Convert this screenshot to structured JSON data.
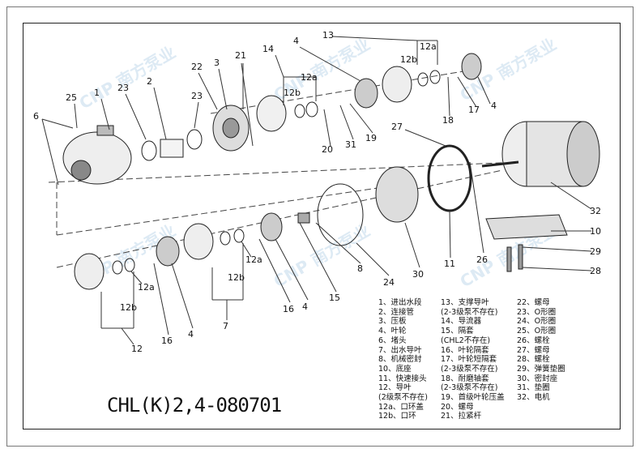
{
  "title": "CHL(K)2,4-080701",
  "watermark": "CNP 南方泵业",
  "callouts": [
    "13",
    "12a",
    "12b",
    "14",
    "4",
    "12a",
    "12b",
    "22",
    "3",
    "21",
    "2",
    "23",
    "23",
    "1",
    "25",
    "6",
    "20",
    "31",
    "19",
    "18",
    "17",
    "4",
    "27",
    "32",
    "10",
    "29",
    "28",
    "26",
    "11",
    "30",
    "24",
    "8",
    "15",
    "4",
    "16",
    "12a",
    "12b",
    "7",
    "4",
    "16",
    "12a",
    "12b",
    "12"
  ],
  "legend": {
    "col1": [
      "1、进出水段",
      "2、连接管",
      "3、压板",
      "4、叶轮",
      "6、堵头",
      "7、出水导叶",
      "8、机械密封",
      "10、底座",
      "11、快速接头",
      "12、导叶",
      "(2级泵不存在)",
      "12a、口环盖",
      "12b、口环"
    ],
    "col2": [
      "13、支撑导叶",
      "(2-3级泵不存在)",
      "14、导流器",
      "15、隔套",
      "(CHL2不存在)",
      "16、叶轮隔套",
      "17、叶轮短隔套",
      "(2-3级泵不存在)",
      "18、耐磨轴套",
      "(2-3级泵不存在)",
      "19、首级叶轮压盖",
      "20、螺母",
      "21、拉紧杆"
    ],
    "col3": [
      "22、螺母",
      "23、O形圈",
      "24、O形圈",
      "25、O形圈",
      "26、螺栓",
      "27、螺母",
      "28、螺栓",
      "29、弹簧垫圈",
      "30、密封座",
      "31、垫圈",
      "32、电机"
    ]
  }
}
